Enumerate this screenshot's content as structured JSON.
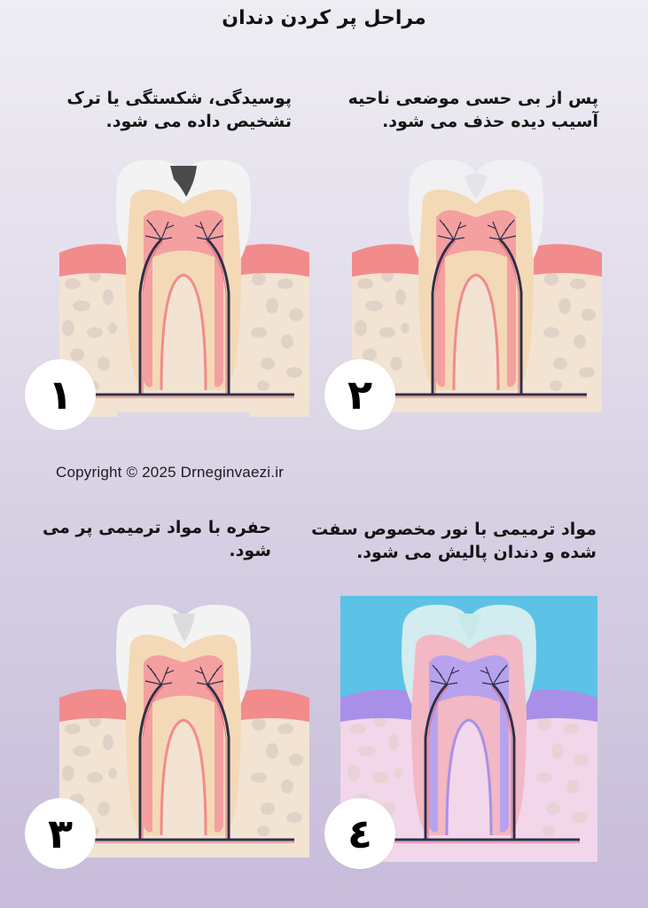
{
  "title": "مراحل پر کردن دندان",
  "copyright": "Copyright © 2025 Drneginvaezi.ir",
  "steps": [
    {
      "number": "۱",
      "caption_line1": "پوسیدگی، شکستگی یا ترک",
      "caption_line2": "تشخیص داده می شود.",
      "illustration": "tooth-with-decay"
    },
    {
      "number": "۲",
      "caption_line1": "پس از بی حسی موضعی ناحیه",
      "caption_line2": "آسیب دیده حذف می شود.",
      "illustration": "tooth-decay-removed"
    },
    {
      "number": "۳",
      "caption_line1": "حفره با مواد ترمیمی پر می شود.",
      "caption_line2": "",
      "illustration": "tooth-filled"
    },
    {
      "number": "٤",
      "caption_line1": "مواد ترمیمی با نور مخصوص سفت",
      "caption_line2": "شده و دندان پالیش می شود.",
      "illustration": "tooth-light-cured"
    }
  ],
  "colors": {
    "background_top": "#efedf3",
    "background_bottom": "#c7bcda",
    "gum": "#f28b8b",
    "bone": "#f3e3d3",
    "dentin": "#f4d9b7",
    "pulp": "#f4a0a0",
    "enamel": "#f2f2f2",
    "decay": "#4a4a4a",
    "cure_light_bg": "#5cc3e6",
    "cure_gum": "#a890e8",
    "cure_bone": "#f2d6ea"
  }
}
